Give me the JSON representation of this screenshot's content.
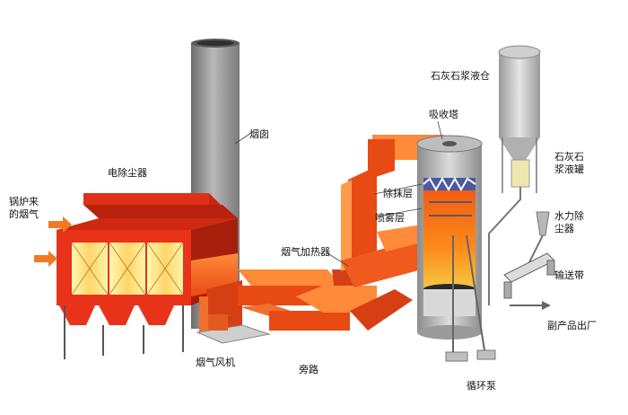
{
  "diagram": {
    "labels": {
      "boiler_flue_gas": "锅炉来\n的烟气",
      "electrostatic_precipitator": "电除尘器",
      "chimney": "烟囱",
      "limestone_slurry_tank": "石灰石浆液仓",
      "absorption_tower": "吸收塔",
      "demister_layer": "除抹层",
      "spray_layer": "喷雾层",
      "flue_gas_heater": "烟气加热器",
      "limestone_slurry_vessel": "石灰石\n浆液罐",
      "hydraulic_dust_collector": "水力除\n尘器",
      "conveyor_belt": "输送带",
      "byproduct_outlet": "副产品出厂",
      "flue_gas_fan": "烟气风机",
      "bypass": "旁路",
      "circulation_pump": "循环泵"
    },
    "colors": {
      "duct_orange": "#f25c1e",
      "duct_dark": "#c83a10",
      "precipitator_red": "#e8321a",
      "hopper_glow": "#fff3a0",
      "steel_gray": "#8c8c8c",
      "concrete_light": "#d8d8d8",
      "arrow_orange": "#f27a22"
    }
  }
}
